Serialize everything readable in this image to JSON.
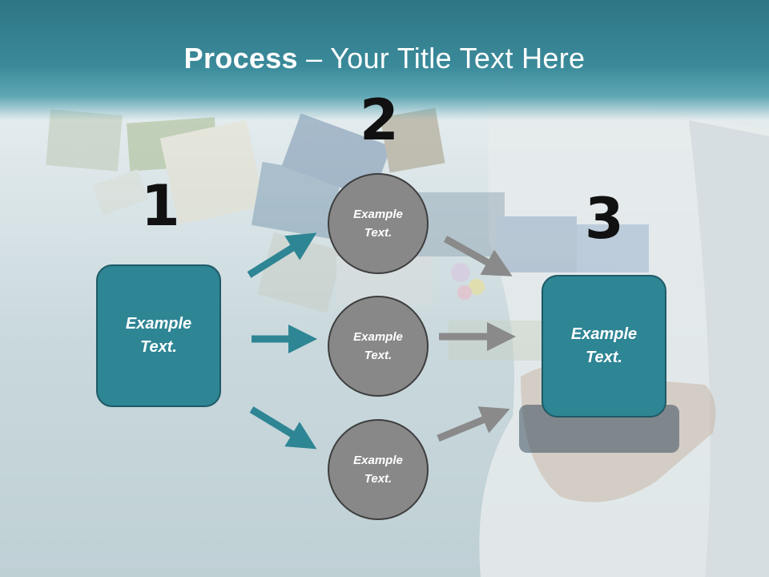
{
  "title": {
    "bold": "Process",
    "rest": " – Your Title Text Here"
  },
  "steps": {
    "one": "1",
    "two": "2",
    "three": "3"
  },
  "left_box": {
    "label": "Example\nText."
  },
  "right_box": {
    "label": "Example\nText."
  },
  "circles": [
    {
      "label": "Example\nText."
    },
    {
      "label": "Example\nText."
    },
    {
      "label": "Example\nText."
    }
  ],
  "colors": {
    "teal": "#2e8594",
    "grey": "#888888",
    "grey_arrow": "#8a8a8a"
  }
}
